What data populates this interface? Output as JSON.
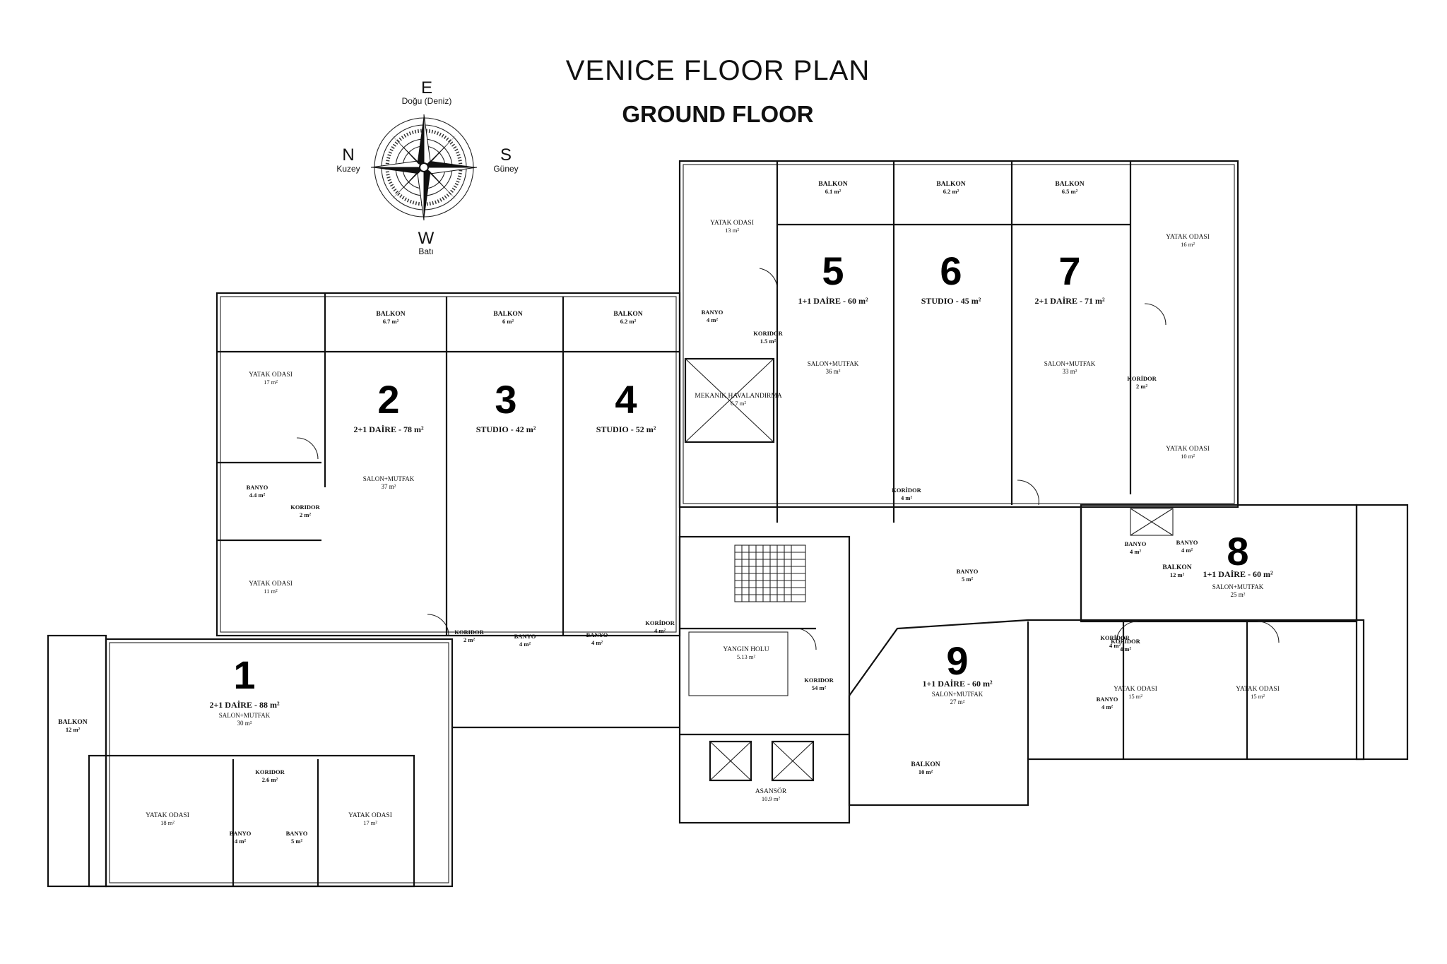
{
  "title": "VENICE FLOOR PLAN",
  "subtitle": "GROUND FLOOR",
  "compass": {
    "east": "E",
    "east_sub": "Doğu (Deniz)",
    "north": "N",
    "north_sub": "Kuzey",
    "south": "S",
    "south_sub": "Güney",
    "west": "W",
    "west_sub": "Batı"
  },
  "units": [
    {
      "number": "1",
      "type": "2+1 DAİRE - 88 m²",
      "living": "SALON+MUTFAK",
      "living_area": "30 m²"
    },
    {
      "number": "2",
      "type": "2+1 DAİRE - 78 m²",
      "living": "SALON+MUTFAK",
      "living_area": "37 m²"
    },
    {
      "number": "3",
      "type": "STUDIO - 42 m²"
    },
    {
      "number": "4",
      "type": "STUDIO - 52 m²"
    },
    {
      "number": "5",
      "type": "1+1 DAİRE - 60 m²",
      "living": "SALON+MUTFAK",
      "living_area": "36 m²"
    },
    {
      "number": "6",
      "type": "STUDIO - 45 m²"
    },
    {
      "number": "7",
      "type": "2+1 DAİRE - 71 m²",
      "living": "SALON+MUTFAK",
      "living_area": "33 m²"
    },
    {
      "number": "8",
      "type": "1+1 DAİRE - 60 m²",
      "living": "SALON+MUTFAK",
      "living_area": "25 m²"
    },
    {
      "number": "9",
      "type": "1+1 DAİRE - 60 m²",
      "living": "SALON+MUTFAK",
      "living_area": "27 m²"
    }
  ],
  "rooms": [
    {
      "name": "BALKON",
      "area": "6.7 m²"
    },
    {
      "name": "BALKON",
      "area": "6 m²"
    },
    {
      "name": "BALKON",
      "area": "6.2 m²"
    },
    {
      "name": "BALKON",
      "area": "6.1 m²"
    },
    {
      "name": "BALKON",
      "area": "6.2 m²"
    },
    {
      "name": "BALKON",
      "area": "6.5 m²"
    },
    {
      "name": "BALKON",
      "area": "12 m²"
    },
    {
      "name": "BALKON",
      "area": "12 m²"
    },
    {
      "name": "BALKON",
      "area": "10 m²"
    },
    {
      "name": "YATAK ODASI",
      "area": "17 m²"
    },
    {
      "name": "YATAK ODASI",
      "area": "11 m²"
    },
    {
      "name": "YATAK ODASI",
      "area": "13 m²"
    },
    {
      "name": "YATAK ODASI",
      "area": "16 m²"
    },
    {
      "name": "YATAK ODASI",
      "area": "10 m²"
    },
    {
      "name": "YATAK ODASI",
      "area": "18 m²"
    },
    {
      "name": "YATAK ODASI",
      "area": "17 m²"
    },
    {
      "name": "YATAK ODASI",
      "area": "15 m²"
    },
    {
      "name": "YATAK ODASI",
      "area": "15 m²"
    },
    {
      "name": "BANYO",
      "area": "4.4 m²"
    },
    {
      "name": "KORIDOR",
      "area": "2 m²"
    },
    {
      "name": "BANYO",
      "area": "4 m²"
    },
    {
      "name": "KORIDOR",
      "area": "1.5 m²"
    },
    {
      "name": "MEKANIK HAVALANDIRMA",
      "area": "6.7 m²"
    },
    {
      "name": "BANYO",
      "area": "4 m²"
    },
    {
      "name": "KORIDOR",
      "area": "2 m²"
    },
    {
      "name": "BANYO",
      "area": "4 m²"
    },
    {
      "name": "KORİDOR",
      "area": "4 m²"
    },
    {
      "name": "KORİDOR",
      "area": "4 m²"
    },
    {
      "name": "BANYO",
      "area": "5 m²"
    },
    {
      "name": "KORİDOR",
      "area": "2 m²"
    },
    {
      "name": "BANYO",
      "area": "4 m²"
    },
    {
      "name": "BANYO",
      "area": "4 m²"
    },
    {
      "name": "KORİDOR",
      "area": "4 m²"
    },
    {
      "name": "YANGIN HOLU",
      "area": "5.13 m²"
    },
    {
      "name": "KORIDOR",
      "area": "54 m²"
    },
    {
      "name": "ASANSÖR",
      "area": "10.9 m²"
    },
    {
      "name": "KORİDOR",
      "area": "4 m²"
    },
    {
      "name": "BANYO",
      "area": "4 m²"
    },
    {
      "name": "KORIDOR",
      "area": "2.6 m²"
    },
    {
      "name": "BANYO",
      "area": "4 m²"
    },
    {
      "name": "BANYO",
      "area": "5 m²"
    }
  ]
}
